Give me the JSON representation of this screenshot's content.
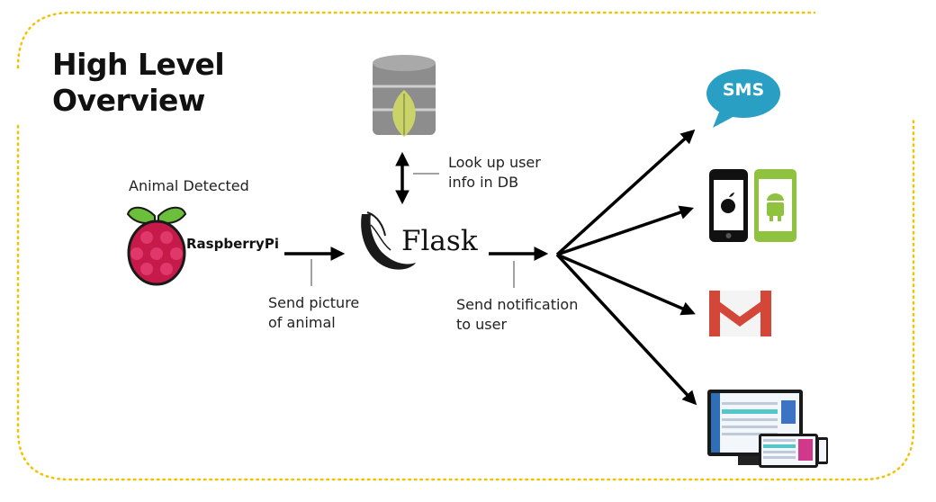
{
  "title": {
    "line1": "High Level",
    "line2": "Overview"
  },
  "source": {
    "caption": "Animal Detected",
    "logo_text": "RaspberryPi",
    "icon": "raspberry-pi-icon"
  },
  "server": {
    "logo_text": "Flask",
    "icon": "flask-icon"
  },
  "database": {
    "icon": "mongodb-icon"
  },
  "labels": {
    "send_picture": [
      "Send picture",
      "of animal"
    ],
    "lookup": [
      "Look up user",
      "info in DB"
    ],
    "send_notification": [
      "Send notification",
      "to user"
    ]
  },
  "channels": {
    "sms_text": "SMS",
    "icons": [
      "sms-bubble-icon",
      "apple-phone-icon",
      "android-phone-icon",
      "gmail-icon",
      "web-dashboard-icon"
    ]
  },
  "colors": {
    "sms_blue": "#2a9fc4",
    "raspberry": "#c51a4a",
    "leaf": "#c9d36a",
    "android": "#8fc23f",
    "gmail": "#d44638",
    "border": "#f2c200"
  }
}
